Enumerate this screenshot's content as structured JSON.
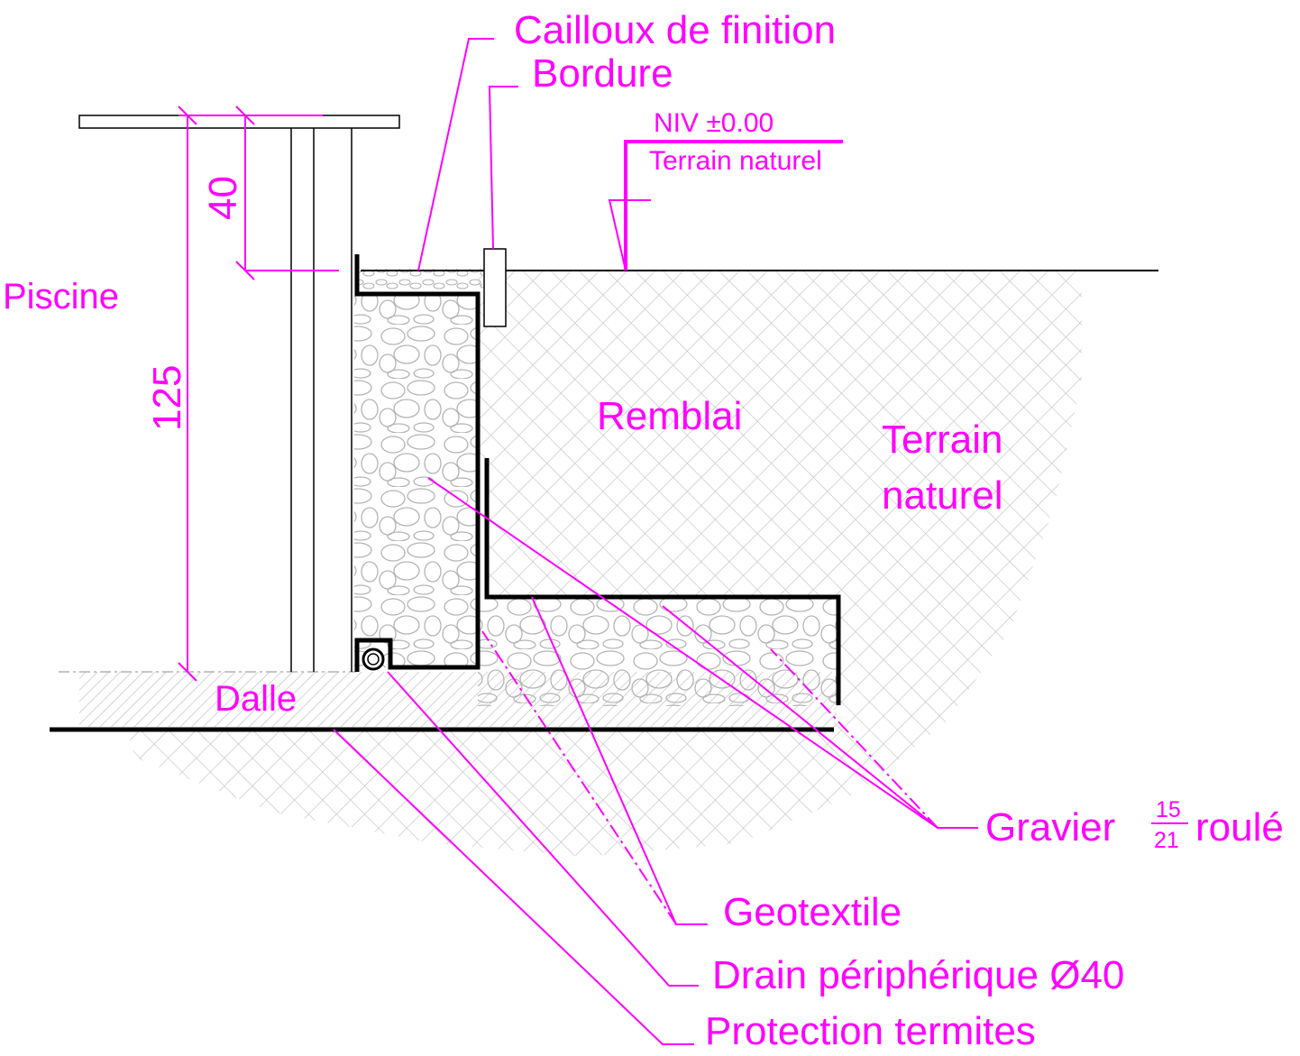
{
  "labels": {
    "cailloux": "Cailloux de finition",
    "bordure": "Bordure",
    "niv": "NIV ±0.00",
    "terrain_level": "Terrain naturel",
    "piscine": "Piscine",
    "remblai": "Remblai",
    "terrain_line1": "Terrain",
    "terrain_line2": "naturel",
    "dalle": "Dalle",
    "gravier_prefix": "Gravier",
    "gravier_num": "15",
    "gravier_den": "21",
    "gravier_suffix": "roulé",
    "geotextile": "Geotextile",
    "drain": "Drain périphérique Ø40",
    "termites": "Protection termites"
  },
  "dimensions": {
    "height_total": "125",
    "height_top": "40"
  },
  "colors": {
    "annotation": "#ff00ff",
    "structure": "#000000",
    "hatch": "#b4b4b4"
  }
}
